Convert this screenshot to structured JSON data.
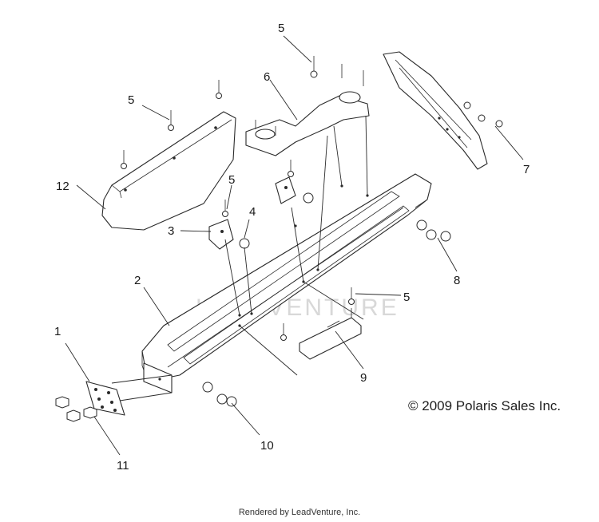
{
  "callouts": {
    "c1": "1",
    "c2": "2",
    "c3": "3",
    "c4": "4",
    "c5a": "5",
    "c5b": "5",
    "c5c": "5",
    "c5d": "5",
    "c6": "6",
    "c7": "7",
    "c8": "8",
    "c9": "9",
    "c10": "10",
    "c11": "11",
    "c12": "12"
  },
  "watermark": "LEADVENTURE",
  "copyright": "© 2009 Polaris Sales Inc.",
  "footer": "Rendered by LeadVenture, Inc.",
  "colors": {
    "line": "#2a2a2a",
    "watermark": "#d8d8d8",
    "background": "#ffffff"
  }
}
